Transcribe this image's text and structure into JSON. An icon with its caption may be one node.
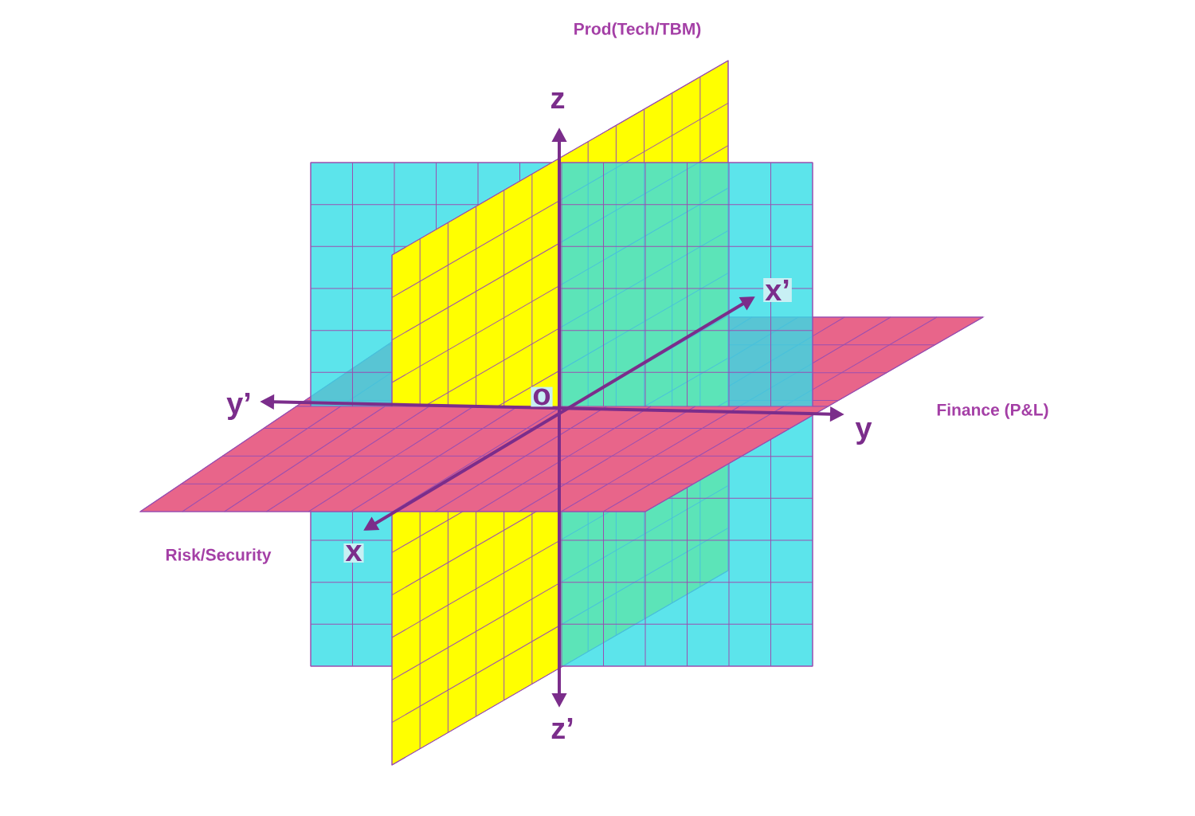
{
  "diagram": {
    "labels": [
      "Prod(Tech/TBM)",
      "z",
      "x’",
      "y’",
      "o",
      "Finance (P&L)",
      "y",
      "Risk/Security",
      "x",
      "z’"
    ]
  }
}
